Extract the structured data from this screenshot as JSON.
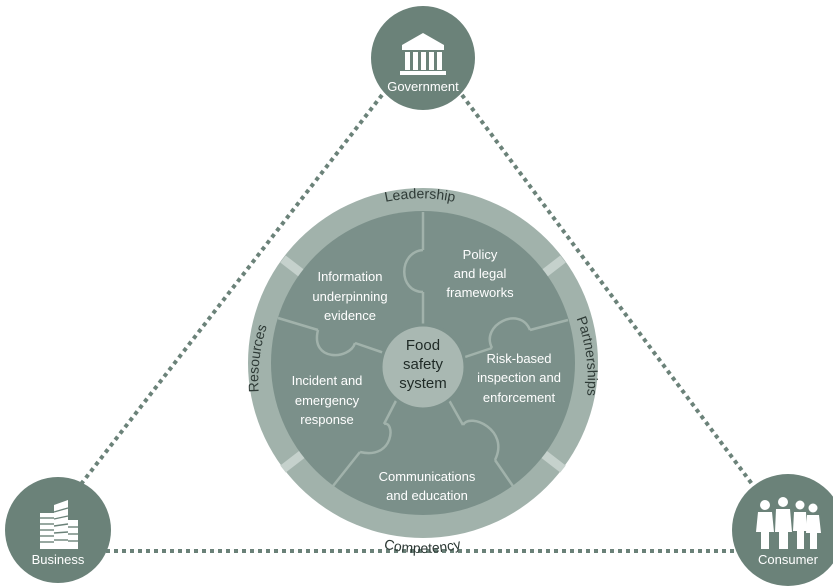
{
  "nodes": {
    "government": {
      "label": "Government",
      "icon": "government-building-icon"
    },
    "business": {
      "label": "Business",
      "icon": "office-buildings-icon"
    },
    "consumer": {
      "label": "Consumer",
      "icon": "people-group-icon"
    }
  },
  "ring": {
    "top": "Leadership",
    "right": "Partnerships",
    "bottom": "Competency",
    "left": "Resources"
  },
  "center": {
    "line1": "Food",
    "line2": "safety",
    "line3": "system"
  },
  "segments": {
    "policy": {
      "line1": "Policy",
      "line2": "and legal",
      "line3": "frameworks"
    },
    "risk": {
      "line1": "Risk-based",
      "line2": "inspection and",
      "line3": "enforcement"
    },
    "communications": {
      "line1": "Communications",
      "line2": "and education"
    },
    "incident": {
      "line1": "Incident and",
      "line2": "emergency",
      "line3": "response"
    },
    "information": {
      "line1": "Information",
      "line2": "underpinning",
      "line3": "evidence"
    }
  },
  "colors": {
    "dark": "#6b8279",
    "segment": "#7b908a",
    "ring": "#a1b2ab",
    "ring_light": "#c5d1cc",
    "center": "#a9b8b2",
    "white": "#ffffff",
    "ring_text": "#2e3a36"
  }
}
